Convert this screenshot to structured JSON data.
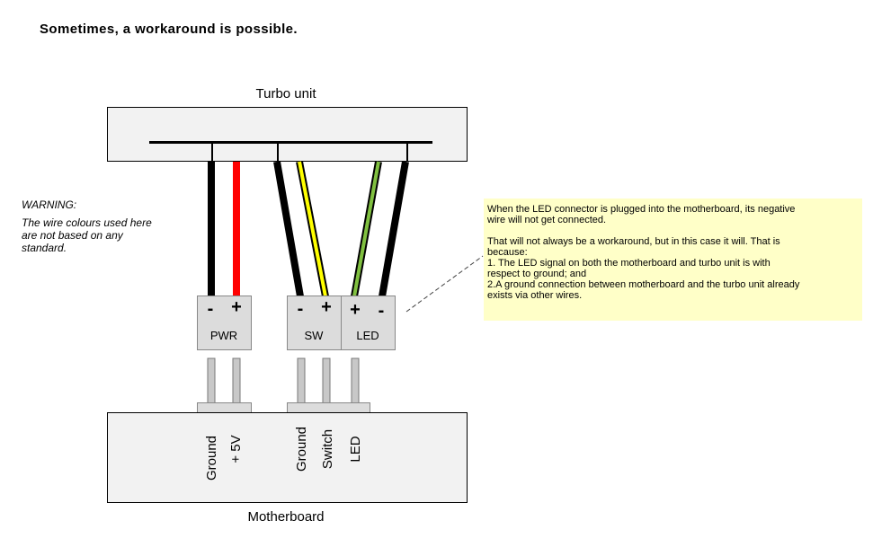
{
  "title": "Sometimes, a workaround is possible.",
  "turbo_unit_label": "Turbo unit",
  "motherboard_label": "Motherboard",
  "warning": {
    "heading": "WARNING:",
    "line1": "The wire colours used here",
    "line2": "are not based on any",
    "line3": "standard."
  },
  "note": {
    "line1": "When the LED connector is plugged into the motherboard, its negative",
    "line2": "wire will not get connected.",
    "line3": "That will not always be a workaround, but in this case it will. That is",
    "line4": "because:",
    "line5": "1. The LED signal on both the motherboard and turbo unit is with",
    "line6": "respect to ground; and",
    "line7": "2.A ground connection between motherboard and the turbo unit already",
    "line8": "exists via other wires."
  },
  "connectors": {
    "pwr": {
      "name": "PWR",
      "left_sign": "-",
      "right_sign": "+"
    },
    "sw": {
      "name": "SW",
      "left_sign": "-",
      "right_sign": "+"
    },
    "led": {
      "name": "LED",
      "left_sign": "+",
      "right_sign": "-"
    }
  },
  "header_pins": {
    "ground1": "Ground",
    "plus5v": "+ 5V",
    "ground2": "Ground",
    "switch": "Switch",
    "led": "LED"
  },
  "colors": {
    "box_fill": "#f2f2f2",
    "connector_fill": "#dcdcdc",
    "wire_black": "#000000",
    "wire_red": "#ff0000",
    "wire_yellow": "#ffff00",
    "wire_green": "#80c040",
    "note_fill": "#ffffc8",
    "pin_fill": "#c8c8c8"
  }
}
